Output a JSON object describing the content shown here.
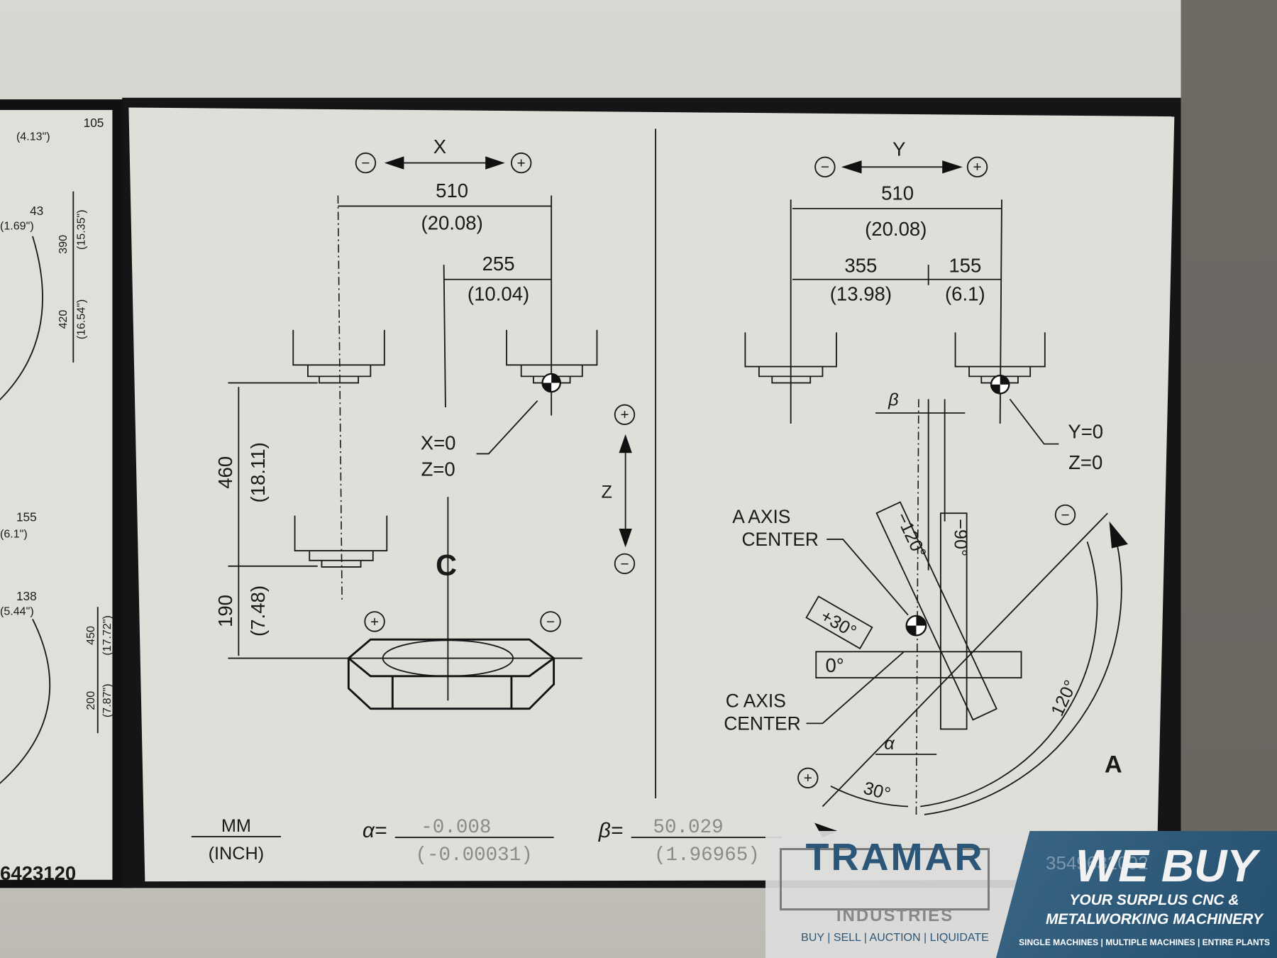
{
  "left_plate": {
    "dims": [
      "105",
      "(4.13\")",
      "43",
      "(1.69\")",
      "390",
      "(15.35\")",
      "420",
      "(16.54\")",
      "155",
      "(6.1\")",
      "138",
      "(5.44\")",
      "450",
      "(17.72\")",
      "200",
      "(7.87\")"
    ],
    "part_number": "6423120"
  },
  "x_section": {
    "minus": "−",
    "plus": "+",
    "axis": "X",
    "travel": "510",
    "travel_in": "(20.08)",
    "offset": "255",
    "offset_in": "(10.04)",
    "x0": "X=0",
    "z0": "Z=0",
    "z_dim": "460",
    "z_dim_in": "(18.11)",
    "z_low": "190",
    "z_low_in": "(7.48)",
    "c_label": "C",
    "z_axis": "Z",
    "table_plus": "+",
    "table_minus": "−"
  },
  "y_section": {
    "axis": "Y",
    "travel": "510",
    "travel_in": "(20.08)",
    "left": "355",
    "left_in": "(13.98)",
    "right": "155",
    "right_in": "(6.1)",
    "beta": "β",
    "y0": "Y=0",
    "z0": "Z=0",
    "a_axis_center": [
      "A AXIS",
      "CENTER"
    ],
    "c_axis_center": [
      "C AXIS",
      "CENTER"
    ],
    "angles": [
      "+30°",
      "−120°",
      "−90°",
      "0°",
      "120°",
      "30°"
    ],
    "alpha": "α",
    "a_label": "A"
  },
  "footer": {
    "units": "MM",
    "units_in": "(INCH)",
    "alpha_eq": "α=",
    "alpha_val": "-0.008",
    "alpha_val_in": "(-0.00031)",
    "beta_eq": "β=",
    "beta_val": "50.029",
    "beta_val_in": "(1.96965)"
  },
  "banner": {
    "brand": "TRAMAR",
    "brand_sub": "INDUSTRIES",
    "tagline": "BUY | SELL | AUCTION | LIQUIDATE",
    "headline": "WE BUY",
    "sub1": "YOUR SURPLUS CNC &",
    "sub2": "METALWORKING MACHINERY",
    "sub3": "SINGLE MACHINES | MULTIPLE MACHINES | ENTIRE PLANTS",
    "serial": "3549632092"
  }
}
